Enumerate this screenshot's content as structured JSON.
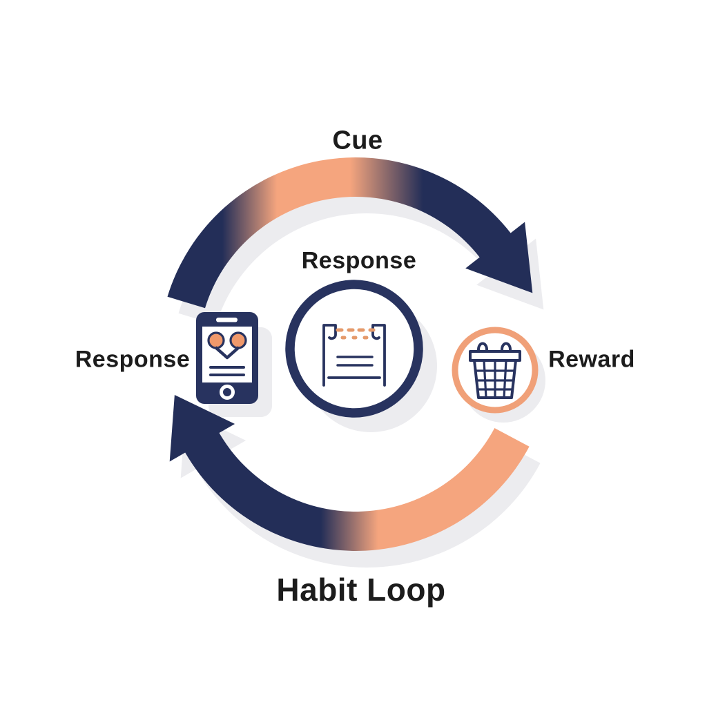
{
  "diagram": {
    "title": "Habit Loop",
    "labels": {
      "cue": "Cue",
      "center": "Response",
      "left": "Response",
      "right": "Reward"
    }
  },
  "icons": {
    "left": "smartphone-icon",
    "center": "bed-icon",
    "right": "shopping-basket-icon"
  },
  "colors": {
    "background": "#FFFFFF",
    "text": "#1C1C1C",
    "navy": "#28335F",
    "navy_deep": "#232E58",
    "arc_orange": "#F5A57E",
    "ring_orange": "#F0A078",
    "icon_orange": "#F0996B",
    "dash_orange": "#E59A6B",
    "shadow": "#ECECEF",
    "white": "#FFFFFF"
  }
}
